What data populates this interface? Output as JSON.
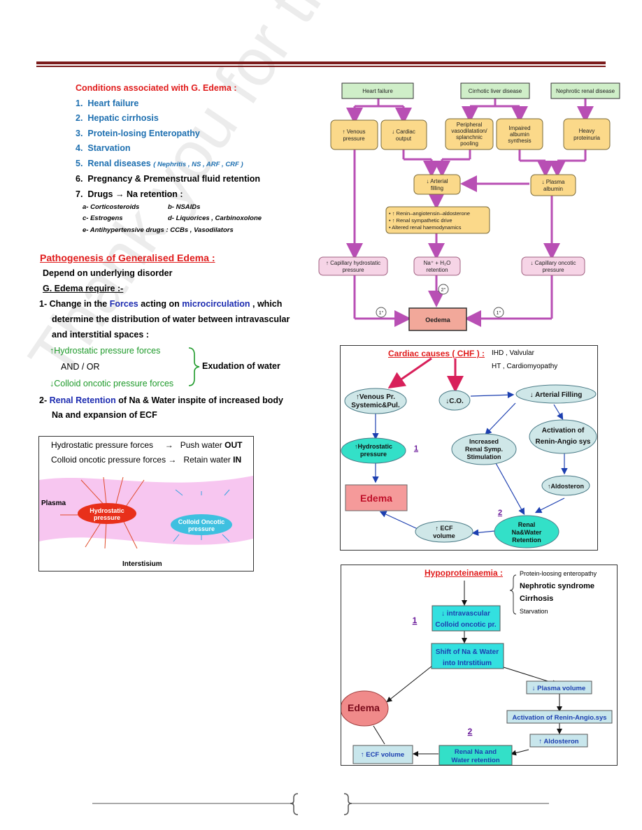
{
  "watermark": "Thank you for trying",
  "conditions": {
    "title": "Conditions associated with G. Edema :",
    "items": [
      {
        "num": "1.",
        "text": "Heart failure"
      },
      {
        "num": "2.",
        "text": "Hepatic cirrhosis"
      },
      {
        "num": "3.",
        "text": "Protein-losing Enteropathy"
      },
      {
        "num": "4.",
        "text": "Starvation"
      },
      {
        "num": "5.",
        "text": "Renal diseases",
        "note": "( Nephritis , NS , ARF , CRF )"
      },
      {
        "num": "6.",
        "text": "Pregnancy & Premenstrual fluid retention"
      },
      {
        "num": "7.",
        "text": "Drugs → Na retention :"
      }
    ],
    "drugs": {
      "a": "a- Corticosteroids",
      "b": "b- NSAIDs",
      "c": "c- Estrogens",
      "d": "d- Liquorices , Carbinoxolone",
      "e": "e- Antihypertensive drugs : CCBs , Vasodilators"
    }
  },
  "pathogenesis": {
    "title": "Pathogenesis of Generalised Edema :",
    "depend": "Depend on underlying disorder",
    "require": "G. Edema require :-",
    "p1_num": "1-",
    "p1_a": "Change in the",
    "p1_forces": "Forces",
    "p1_b": "acting on",
    "p1_micro": "microcirculation",
    "p1_c": ", which",
    "p1_line2": "determine the distribution of water between intravascular",
    "p1_line3": "and interstitial spaces :",
    "hydro": "↑Hydrostatic pressure forces",
    "andor": "AND / OR",
    "colloid": "↓Colloid oncotic pressure forces",
    "exudation": "Exudation of water",
    "p2_num": "2-",
    "p2_renal": "Renal Retention",
    "p2_a": "of Na & Water inspite of increased body",
    "p2_line2": "Na and expansion of ECF"
  },
  "forcebox": {
    "line1_a": "Hydrostatic pressure forces",
    "line1_arrow": "→",
    "line1_b": "Push water",
    "line1_c": "OUT",
    "line2_a": "Colloid oncotic pressure forces",
    "line2_arrow": "→",
    "line2_b": "Retain water",
    "line2_c": "IN",
    "plasma": "Plasma",
    "hydro1": "Hydrostatic",
    "hydro2": "pressure",
    "col1": "Colloid Oncotic",
    "col2": "pressure",
    "interstitium": "Interstisium"
  },
  "flow1": {
    "heart": "Heart failure",
    "cirrhotic": "Cirrhotic liver disease",
    "nephrotic": "Nephrotic renal disease",
    "venous1": "↑ Venous",
    "venous2": "pressure",
    "cardiac1": "↓ Cardiac",
    "cardiac2": "output",
    "periph1": "Peripheral",
    "periph2": "vasodilatation/",
    "periph3": "splanchnic",
    "periph4": "pooling",
    "impaired1": "Impaired",
    "impaired2": "albumin",
    "impaired3": "synthesis",
    "heavy1": "Heavy",
    "heavy2": "proteinuria",
    "arterial1": "↓ Arterial",
    "arterial2": "filling",
    "plasma1": "↓ Plasma",
    "plasma2": "albumin",
    "raas1": "• ↑ Renin–angiotensin–aldosterone",
    "raas2": "• ↑ Renal sympathetic drive",
    "raas3": "• Altered renal haemodynamics",
    "caphydro1": "↑ Capillary hydrostatic",
    "caphydro2": "pressure",
    "na1": "Na⁺ + H₂O",
    "na2": "retention",
    "caponc1": "↓ Capillary oncotic",
    "caponc2": "pressure",
    "oedema": "Oedema",
    "one": "1°",
    "two": "2°",
    "one_b": "1°"
  },
  "chf": {
    "title": "Cardiac causes ( CHF ) :",
    "causes1": "IHD , Valvular",
    "causes2": "HT , Cardiomyopathy",
    "venous1": "↑Venous Pr.",
    "venous2": "Systemic&Pul.",
    "co": "↓C.O.",
    "arterial": "↓ Arterial Filling",
    "activation1": "Activation of",
    "activation2": "Renin-Angio sys",
    "hydro1": "↑Hydrostatic",
    "hydro2": "pressure",
    "num1": "1",
    "symp1": "Increased",
    "symp2": "Renal Symp.",
    "symp3": "Stimulation",
    "aldo": "↑Aldosteron",
    "edema": "Edema",
    "num2": "2",
    "ecf1": "↑ ECF",
    "ecf2": "volume",
    "renal1": "Renal",
    "renal2": "Na&Water",
    "renal3": "Retention"
  },
  "hypo": {
    "title": "Hypoproteinaemia :",
    "c1": "Protein-loosing enteropathy",
    "c2": "Nephrotic syndrome",
    "c3": "Cirrhosis",
    "c4": "Starvation",
    "intra1": "↓ intravascular",
    "intra2": "Colloid oncotic pr.",
    "num1": "1",
    "shift1": "Shift of Na & Water",
    "shift2": "into Intrstitium",
    "plasma": "↓ Plasma volume",
    "edema": "Edema",
    "activation": "Activation of Renin-Angio.sys",
    "num2": "2",
    "aldo": "↑ Aldosteron",
    "ecf": "↑ ECF volume",
    "renal1": "Renal Na and",
    "renal2": "Water retention"
  }
}
